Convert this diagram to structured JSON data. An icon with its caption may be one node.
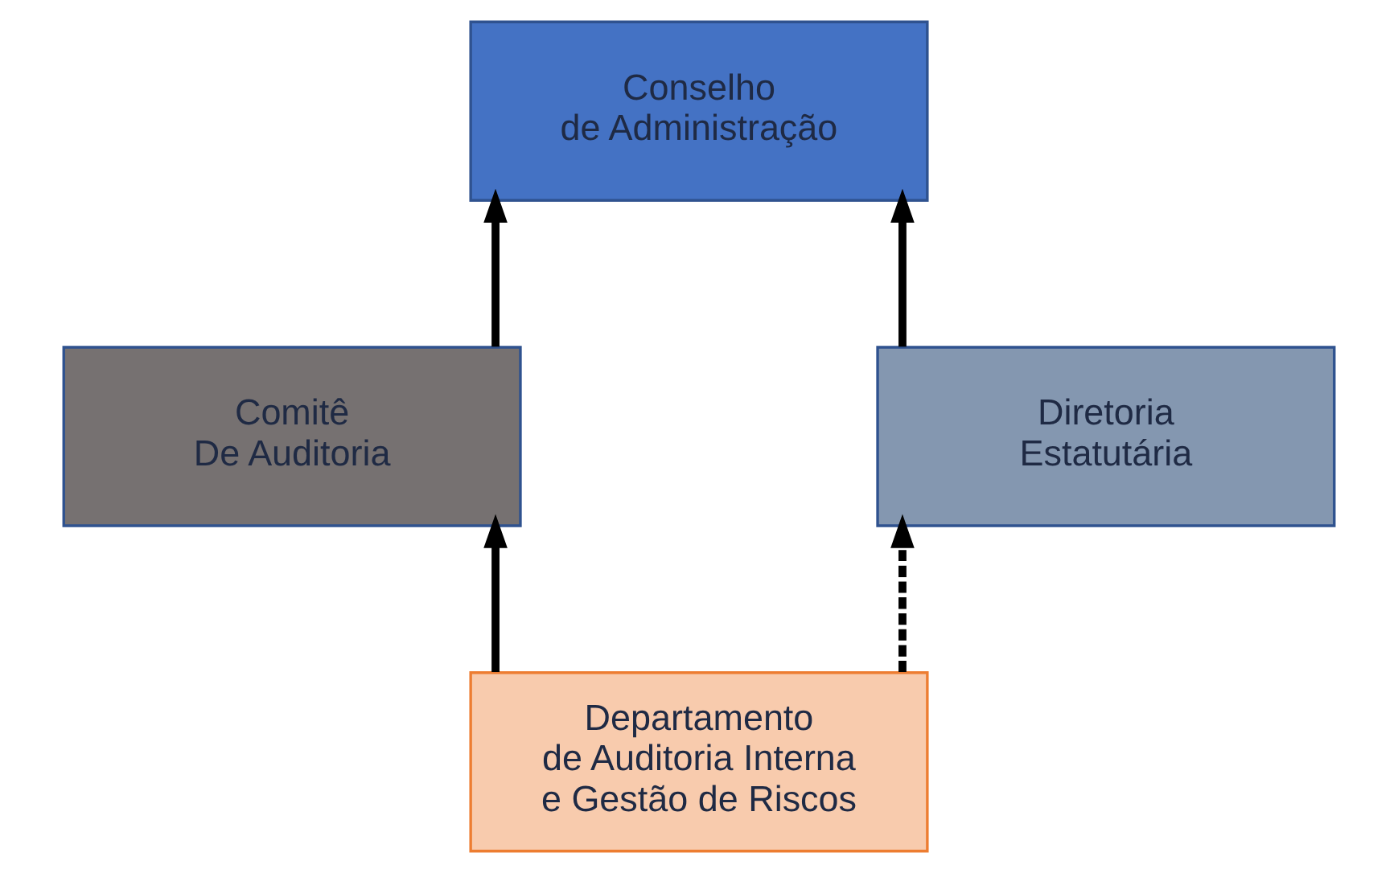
{
  "diagram": {
    "nodes": [
      {
        "text": [
          "Conselho de Administração"
        ]
      },
      {
        "text": [
          "Comitê De Auditoria"
        ]
      },
      {
        "text": [
          "Diretoria Estatutária"
        ]
      },
      {
        "text": [
          "Departamento de Auditoria Interna e Gestão de Riscos"
        ]
      }
    ],
    "edges": [
      {
        "from": 1,
        "to": 0,
        "arrow": "to"
      },
      {
        "from": 2,
        "to": 0,
        "arrow": "to"
      },
      {
        "from": 3,
        "to": 1,
        "arrow": "to"
      },
      {
        "from": 3,
        "to": 2,
        "arrow": "to",
        "style": "dashed"
      }
    ]
  }
}
